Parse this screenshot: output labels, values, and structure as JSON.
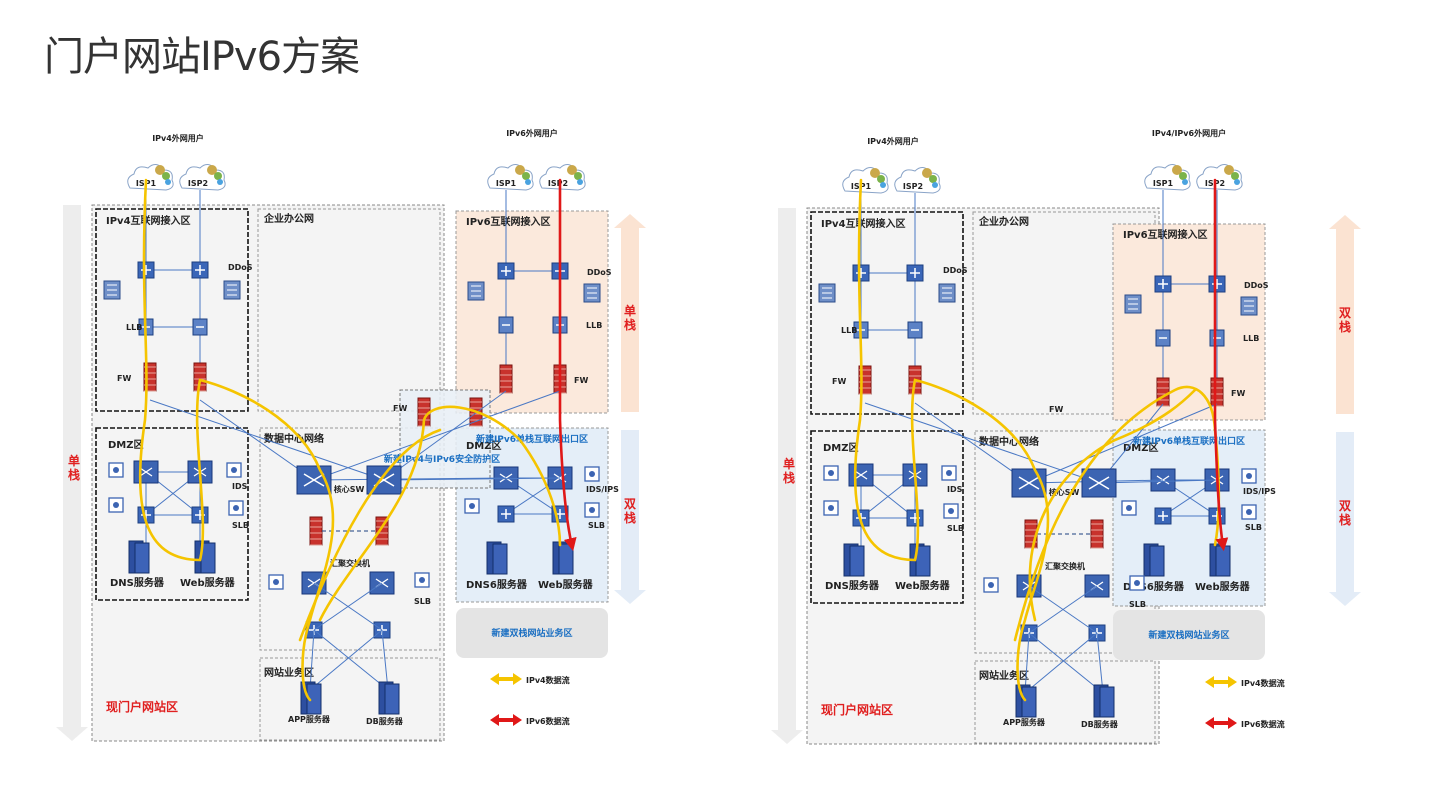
{
  "title": "门户网站IPv6方案",
  "diagrams": [
    {
      "user_v4": "IPv4外网用户",
      "user_v6": "IPv6外网用户",
      "isp1": "ISP1",
      "isp2": "ISP2",
      "isp3": "ISP1",
      "isp4": "ISP2",
      "v4_access": "IPv4互联网接入区",
      "office": "企业办公网",
      "v6_access": "IPv6互联网接入区",
      "ddos_a": "DDoS",
      "ddos_b": "DDoS",
      "llb_a": "LLB",
      "llb_b": "LLB",
      "fw_a": "FW",
      "fw_b": "FW",
      "fw_c": "FW",
      "dmz_a": "DMZ区",
      "dmz_b": "DMZ区",
      "dc": "数据中心网络",
      "core_sw": "核心SW",
      "agg_sw": "汇聚交换机",
      "ids_a": "IDS",
      "slb_a": "SLB",
      "slb_b": "SLB",
      "ids_b": "IDS/IPS",
      "slb_c": "SLB",
      "dns": "DNS服务器",
      "web": "Web服务器",
      "dns6": "DNS6服务器",
      "web6": "Web服务器",
      "biz": "网站业务区",
      "app": "APP服务器",
      "db": "DB服务器",
      "new_protect": "新建IPv4与IPv6安全防护区",
      "new_exit": "新建IPv6单栈互联网出口区",
      "new_dual_zone": "新建双栈网站业务区",
      "legend_v4": "IPv4数据流",
      "legend_v6": "IPv6数据流",
      "current_zone": "现门户网站区",
      "side_left": "单栈",
      "side_top": "单栈",
      "side_bottom": "双栈"
    },
    {
      "user_v4": "IPv4外网用户",
      "user_v6": "IPv4/IPv6外网用户",
      "isp1": "ISP1",
      "isp2": "ISP2",
      "isp3": "ISP1",
      "isp4": "ISP2",
      "v4_access": "IPv4互联网接入区",
      "office": "企业办公网",
      "v6_access": "IPv6互联网接入区",
      "ddos_a": "DDoS",
      "ddos_b": "DDoS",
      "llb_a": "LLB",
      "llb_b": "LLB",
      "fw_a": "FW",
      "fw_b": "FW",
      "fw_c": "FW",
      "dmz_a": "DMZ区",
      "dmz_b": "DMZ区",
      "dc": "数据中心网络",
      "core_sw": "核心SW",
      "agg_sw": "汇聚交换机",
      "ids_a": "IDS",
      "slb_a": "SLB",
      "slb_b": "SLB",
      "ids_b": "IDS/IPS",
      "slb_c": "SLB",
      "dns": "DNS服务器",
      "web": "Web服务器",
      "dns6": "DNS6服务器",
      "web6": "Web服务器",
      "biz": "网站业务区",
      "app": "APP服务器",
      "db": "DB服务器",
      "new_exit": "新建IPv6单栈互联网出口区",
      "new_dual_zone": "新建双栈网站业务区",
      "legend_v4": "IPv4数据流",
      "legend_v6": "IPv6数据流",
      "current_zone": "现门户网站区",
      "side_left": "单栈",
      "side_top": "双栈",
      "side_bottom": "双栈"
    }
  ],
  "colors": {
    "ipv4_flow": "#f5c400",
    "ipv6_flow": "#e01818",
    "link": "#4a78c4",
    "access_orange": "#fbe9dc",
    "zone_blue": "#e4eef8"
  }
}
